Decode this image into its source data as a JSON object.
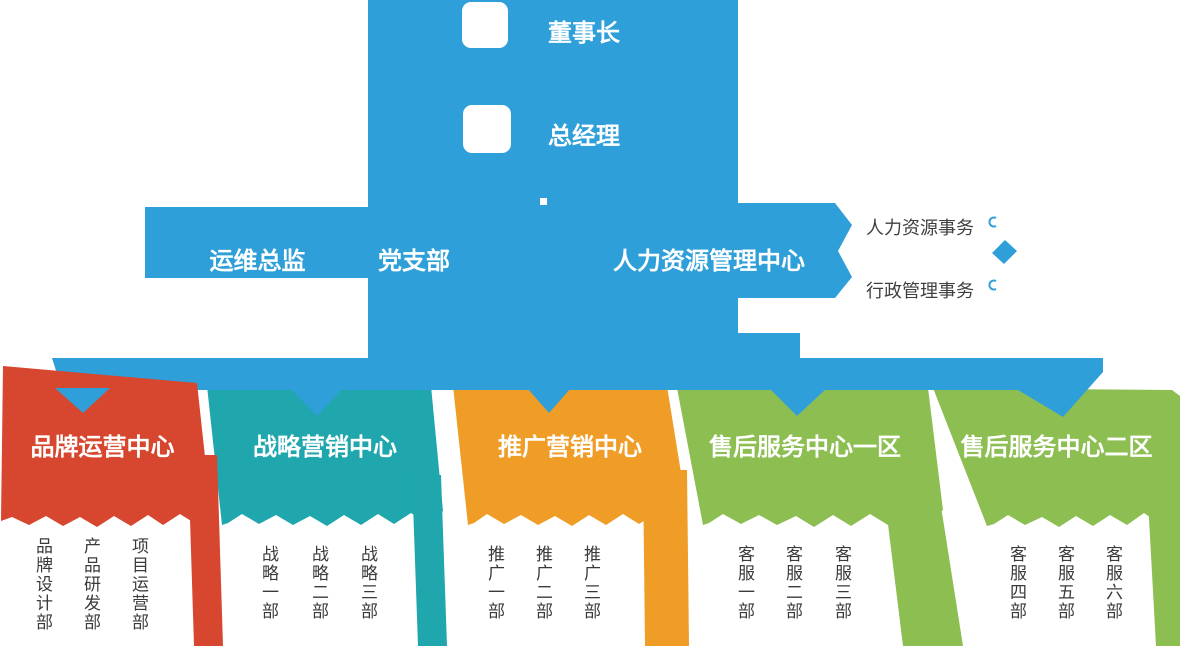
{
  "org": {
    "executives": {
      "chairman": "董事长",
      "general_manager": "总经理"
    },
    "mid_band": {
      "ops_director": "运维总监",
      "party_branch": "党支部",
      "hr_center": "人力资源管理中心"
    },
    "hr_side": {
      "hr_affairs": "人力资源事务",
      "admin_affairs": "行政管理事务"
    },
    "departments": [
      {
        "title": "品牌运营中心",
        "color": "#D7462E",
        "subs": [
          "品牌设计部",
          "产品研发部",
          "项目运营部"
        ]
      },
      {
        "title": "战略营销中心",
        "color": "#1FA7AD",
        "subs": [
          "战略一部",
          "战略二部",
          "战略三部"
        ]
      },
      {
        "title": "推广营销中心",
        "color": "#EF9D27",
        "subs": [
          "推广一部",
          "推广二部",
          "推广三部"
        ]
      },
      {
        "title": "售后服务中心一区",
        "color": "#8CBE52",
        "subs": [
          "客服一部",
          "客服二部",
          "客服三部"
        ]
      },
      {
        "title": "售后服务中心二区",
        "color": "#8CBE52",
        "subs": [
          "客服四部",
          "客服五部",
          "客服六部"
        ]
      }
    ],
    "icons": {
      "chairman_badge": "rounded-square",
      "general_manager_badge": "rounded-square",
      "hr_diamond": "diamond",
      "hr_curl": "crescent"
    },
    "colors": {
      "blue": "#2F9FD9",
      "red": "#D7462E",
      "teal": "#1FA7AD",
      "orange": "#EF9D27",
      "green": "#8CBE52",
      "label_dark": "#3A3A3A",
      "white": "#FFFFFF"
    }
  }
}
